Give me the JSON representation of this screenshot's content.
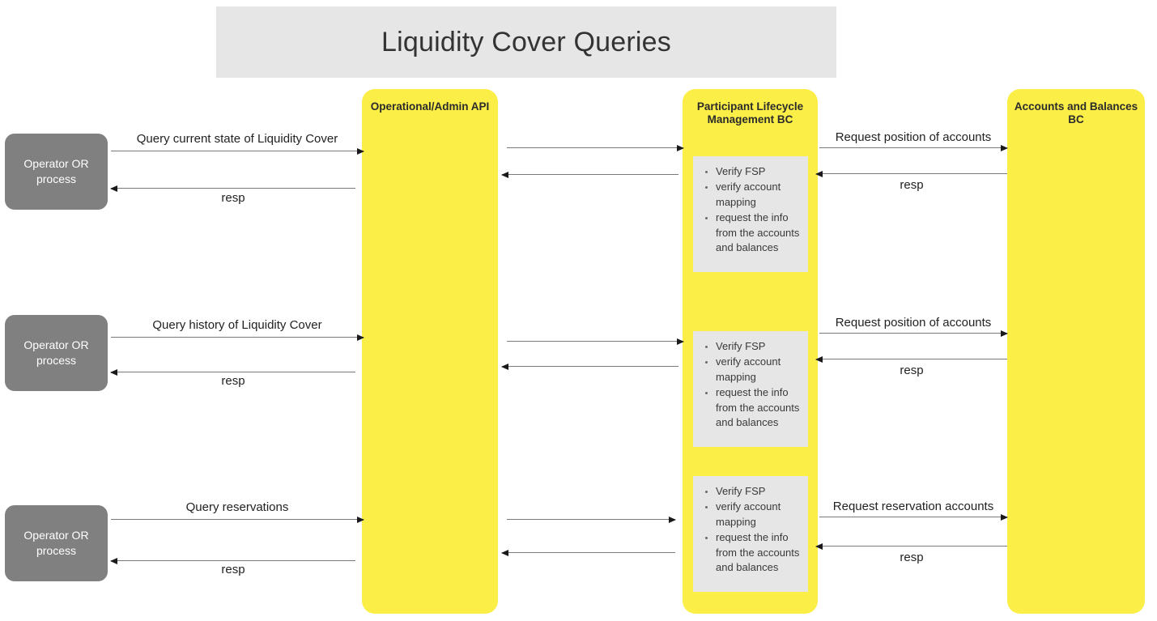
{
  "title": "Liquidity Cover Queries",
  "lanes": [
    {
      "id": "api",
      "label": "Operational/Admin API"
    },
    {
      "id": "plm",
      "label": "Participant Lifecycle Management BC"
    },
    {
      "id": "accounts",
      "label": "Accounts and Balances BC"
    }
  ],
  "actors": [
    {
      "label": "Operator OR process"
    },
    {
      "label": "Operator OR process"
    },
    {
      "label": "Operator OR process"
    }
  ],
  "activities": [
    {
      "items": [
        "Verify FSP",
        "verify account mapping",
        "request the info from the accounts and balances"
      ]
    },
    {
      "items": [
        "Verify FSP",
        "verify account mapping",
        "request the info from the accounts and balances"
      ]
    },
    {
      "items": [
        "Verify FSP",
        "verify account mapping",
        "request the info from the accounts and balances"
      ]
    }
  ],
  "messages": {
    "group1": {
      "left_request": "Query current state of Liquidity Cover",
      "left_response": "resp",
      "middle_request": "",
      "middle_response": "",
      "right_request": "Request position of accounts",
      "right_response": "resp"
    },
    "group2": {
      "left_request": "Query history of Liquidity Cover",
      "left_response": "resp",
      "middle_request": "",
      "middle_response": "",
      "right_request": "Request position of accounts",
      "right_response": "resp"
    },
    "group3": {
      "left_request": "Query reservations",
      "left_response": "resp",
      "middle_request": "",
      "middle_response": "",
      "right_request": "Request reservation accounts",
      "right_response": "resp"
    }
  },
  "colors": {
    "lane": "#fbee47",
    "actor": "#808080",
    "activity": "#e6e6e6",
    "banner": "#e6e6e6",
    "arrow": "#7a7a7a"
  }
}
